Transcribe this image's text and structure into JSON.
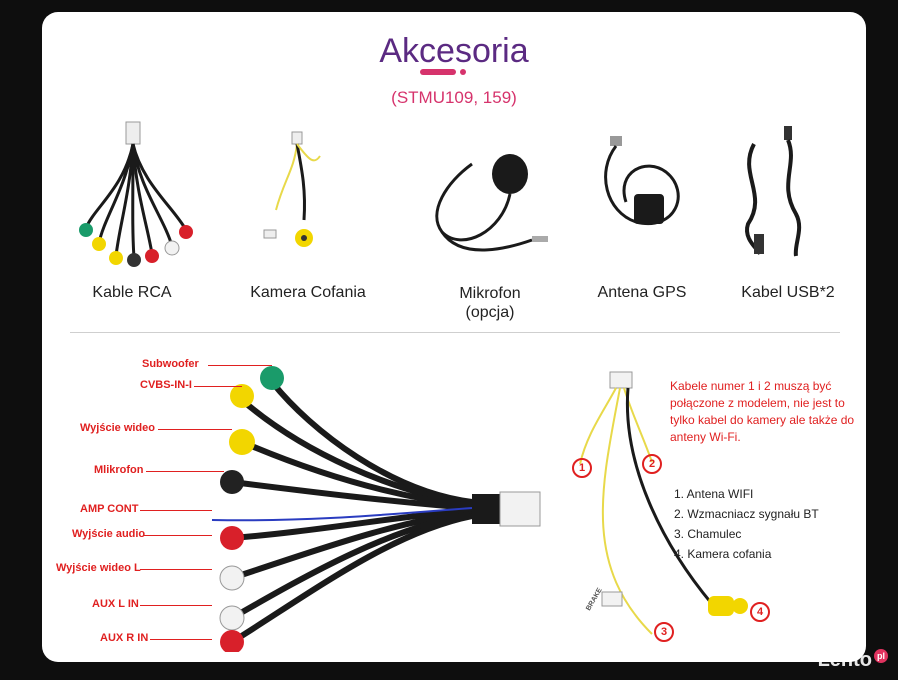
{
  "header": {
    "title": "Akcesoria",
    "subtitle": "(STMU109, 159)"
  },
  "products": [
    {
      "label": "Kable RCA"
    },
    {
      "label": "Kamera Cofania"
    },
    {
      "label": "Mikrofon",
      "sublabel": "(opcja)"
    },
    {
      "label": "Antena GPS"
    },
    {
      "label": "Kabel USB*2"
    }
  ],
  "harness_labels": [
    "Subwoofer",
    "CVBS-IN-I",
    "Wyjście wideo",
    "Mlikrofon",
    "AMP CONT",
    "Wyjście audio",
    "Wyjście wideo L",
    "AUX L IN",
    "AUX R IN"
  ],
  "camera_cable": {
    "note": "Kabele numer 1 i 2 muszą być połączone z modelem, nie jest to tylko kabel do kamery ale także do anteny Wi-Fi.",
    "numbers": [
      "1",
      "2",
      "3",
      "4"
    ],
    "tag": "BRAKE",
    "items": [
      "1. Antena WIFI",
      "2. Wzmacniacz sygnału BT",
      "3. Chamulec",
      "4. Kamera cofania"
    ]
  },
  "watermark": {
    "text": "Lento",
    "suffix": "pl"
  },
  "colors": {
    "title": "#5b2a82",
    "accent": "#d6336c",
    "label_red": "#e02020",
    "rca_yellow": "#f2d600",
    "rca_red": "#d8202a",
    "rca_white": "#f2f2f2",
    "rca_green": "#1a9b6a",
    "cable_black": "#1a1a1a"
  }
}
